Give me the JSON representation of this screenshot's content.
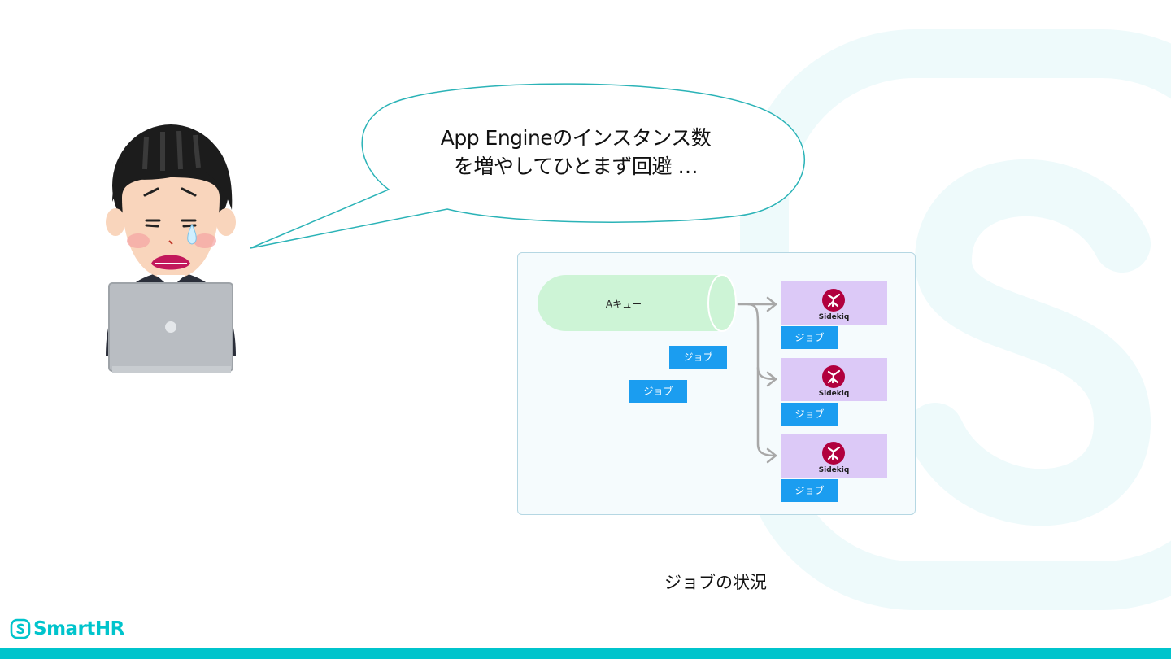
{
  "slide": {
    "speech": {
      "line1": "App Engineのインスタンス数",
      "line2": "を増やしてひとまず回避 …"
    },
    "diagram": {
      "queue_label": "Aキュー",
      "queued_jobs": [
        {
          "label": "ジョブ"
        },
        {
          "label": "ジョブ"
        }
      ],
      "workers": [
        {
          "name": "Sidekiq",
          "job_label": "ジョブ"
        },
        {
          "name": "Sidekiq",
          "job_label": "ジョブ"
        },
        {
          "name": "Sidekiq",
          "job_label": "ジョブ"
        }
      ],
      "caption": "ジョブの状況"
    },
    "brand": {
      "name": "SmartHR"
    }
  },
  "colors": {
    "brand": "#00c4cc",
    "bubble_stroke": "#2bb3b7",
    "job": "#1b9df0",
    "queue": "#cdf4d6",
    "worker": "#dcc9f7",
    "sidekiq": "#b1003e"
  },
  "icons": [
    "smarthr-logo-icon",
    "sidekiq-icon",
    "arrow-right-icon",
    "worried-office-worker-illustration"
  ]
}
